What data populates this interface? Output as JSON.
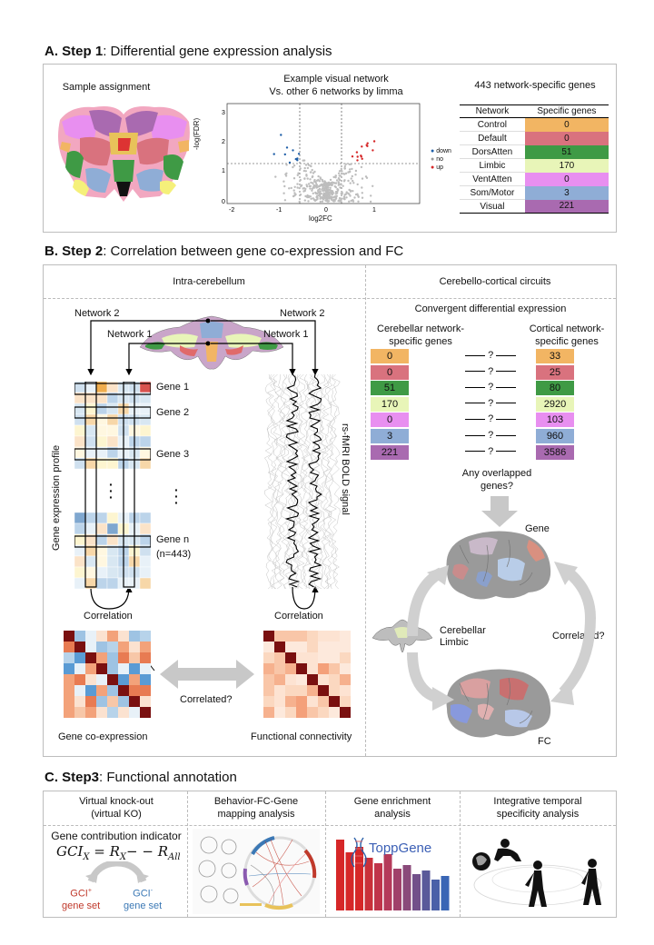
{
  "stepA": {
    "letter": "A. Step 1",
    "rest": ": Differential gene expression analysis",
    "sample_assignment": "Sample assignment",
    "volcano_title_1": "Example visual network",
    "volcano_title_2": "Vs. other 6 networks by limma",
    "ylabel": "-log(FDR)",
    "xlabel": "log2FC",
    "yticks": [
      "0",
      "1",
      "2",
      "3"
    ],
    "xticks": [
      "-2",
      "-1",
      "0",
      "1"
    ],
    "legend": [
      "down",
      "no",
      "up"
    ],
    "genes_title": "443 network-specific genes",
    "table_headers": [
      "Network",
      "Specific genes"
    ],
    "table_rows": [
      {
        "network": "Control",
        "genes": "0",
        "color": "#f2b563"
      },
      {
        "network": "Default",
        "genes": "0",
        "color": "#d9727e"
      },
      {
        "network": "DorsAtten",
        "genes": "51",
        "color": "#3f9a45"
      },
      {
        "network": "Limbic",
        "genes": "170",
        "color": "#e8f5b8"
      },
      {
        "network": "VentAtten",
        "genes": "0",
        "color": "#e88ff0"
      },
      {
        "network": "Som/Motor",
        "genes": "3",
        "color": "#8fadd6"
      },
      {
        "network": "Visual",
        "genes": "221",
        "color": "#a96ab0"
      }
    ]
  },
  "stepB": {
    "letter": "B. Step 2",
    "rest": ": Correlation between gene co-expression and FC",
    "intra": "Intra-cerebellum",
    "cerebello": "Cerebello-cortical circuits",
    "network2_left": "Network 2",
    "network1_left": "Network 1",
    "network2_right": "Network 2",
    "network1_right": "Network 1",
    "genes": [
      "Gene 1",
      "Gene 2",
      "Gene 3",
      "Gene n"
    ],
    "gene_n_count": "(n=443)",
    "gene_expr_profile": "Gene expression profile",
    "bold": "rs-fMRI BOLD signal",
    "correlation_left": "Correlation",
    "correlation_right": "Correlation",
    "correlated_mid": "Correlated?",
    "gene_coexpr": "Gene co-expression",
    "func_conn": "Functional connectivity",
    "convergent": "Convergent differential expression",
    "cereb_genes_1": "Cerebellar network-",
    "cereb_genes_2": "specific genes",
    "cort_genes_1": "Cortical network-",
    "cort_genes_2": "specific genes",
    "cereb_values": [
      "0",
      "0",
      "51",
      "170",
      "0",
      "3",
      "221"
    ],
    "cort_values": [
      "33",
      "25",
      "80",
      "2920",
      "103",
      "960",
      "3586"
    ],
    "q_text": "? ",
    "overlap_1": "Any overlapped",
    "overlap_2": "genes?",
    "gene_brain": "Gene",
    "cereb_limbic_1": "Cerebellar",
    "cereb_limbic_2": "Limbic",
    "correlated_right": "Correlated?",
    "fc_brain": "FC"
  },
  "stepC": {
    "letter": "C. Step3",
    "rest": ": Functional annotation",
    "col1_1": "Virtual knock-out",
    "col1_2": "(virtual KO)",
    "col2_1": "Behavior-FC-Gene",
    "col2_2": "mapping analysis",
    "col3_1": "Gene enrichment",
    "col3_2": "analysis",
    "col4_1": "Integrative temporal",
    "col4_2": "specificity analysis",
    "gci_indicator": "Gene contribution indicator",
    "gci_formula": "GCI",
    "gci_sub": "X",
    "gci_eq": " = R",
    "gci_eq_sub1": "X",
    "gci_minus": "− − R",
    "gci_eq_sub2": "All",
    "gci_plus_1": "GCI",
    "gci_plus_sup": "+",
    "gci_plus_2": "gene set",
    "gci_minus_1": "GCI",
    "gci_minus_sup": "-",
    "gci_minus_2": "gene set",
    "toppgene": "ToppGene"
  },
  "colors": {
    "up": "#d62728",
    "down": "#1f5fa8",
    "grey": "#bdbdbd",
    "warm": "#c0392b",
    "cool": "#3b78b5"
  }
}
